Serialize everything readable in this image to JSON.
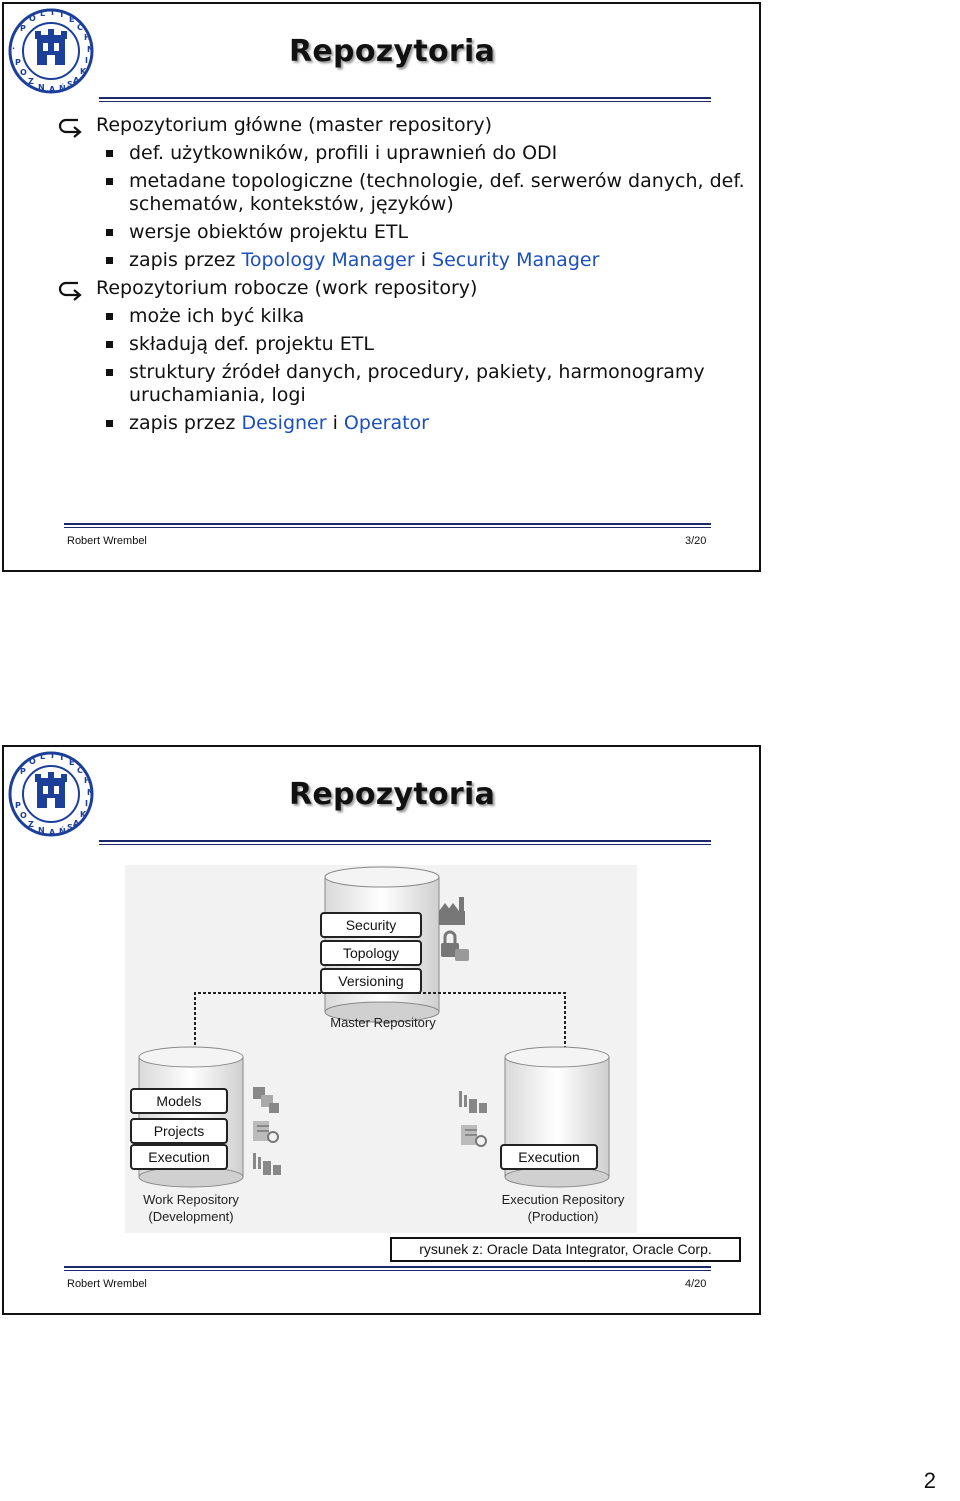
{
  "slide1": {
    "title": "Repozytoria",
    "items": [
      {
        "level": 1,
        "segments": [
          {
            "text": "Repozytorium główne (master repository)"
          }
        ]
      },
      {
        "level": 2,
        "segments": [
          {
            "text": "def. użytkowników, profili i uprawnień do ODI"
          }
        ]
      },
      {
        "level": 2,
        "segments": [
          {
            "text": "metadane topologiczne (technologie, def. serwerów danych, def. schematów, kontekstów, języków)"
          }
        ]
      },
      {
        "level": 2,
        "segments": [
          {
            "text": "wersje obiektów projektu ETL"
          }
        ]
      },
      {
        "level": 2,
        "segments": [
          {
            "text": "zapis przez "
          },
          {
            "text": "Topology Manager",
            "hl": true
          },
          {
            "text": " i "
          },
          {
            "text": "Security Manager",
            "hl": true
          }
        ]
      },
      {
        "level": 1,
        "segments": [
          {
            "text": "Repozytorium robocze (work repository)"
          }
        ]
      },
      {
        "level": 2,
        "segments": [
          {
            "text": "może ich być kilka"
          }
        ]
      },
      {
        "level": 2,
        "segments": [
          {
            "text": "składują def. projektu ETL"
          }
        ]
      },
      {
        "level": 2,
        "segments": [
          {
            "text": "struktury źródeł danych, procedury, pakiety, harmonogramy uruchamiania, logi"
          }
        ]
      },
      {
        "level": 2,
        "segments": [
          {
            "text": "zapis przez "
          },
          {
            "text": "Designer",
            "hl": true
          },
          {
            "text": " i "
          },
          {
            "text": "Operator",
            "hl": true
          }
        ]
      }
    ],
    "footer_author": "Robert Wrembel",
    "footer_page": "3/20"
  },
  "slide2": {
    "title": "Repozytoria",
    "diagram": {
      "master_boxes": [
        "Security",
        "Topology",
        "Versioning"
      ],
      "master_label": "Master Repository",
      "work_boxes": [
        "Models",
        "Projects",
        "Execution"
      ],
      "work_label_line1": "Work Repository",
      "work_label_line2": "(Development)",
      "exec_box": "Execution",
      "exec_label_line1": "Execution Repository",
      "exec_label_line2": "(Production)"
    },
    "caption": "rysunek z: Oracle Data Integrator, Oracle Corp.",
    "footer_author": "Robert Wrembel",
    "footer_page": "4/20"
  },
  "page_number": "2",
  "colors": {
    "accent": "#1c4fbf",
    "rule": "#1c2a6b"
  }
}
